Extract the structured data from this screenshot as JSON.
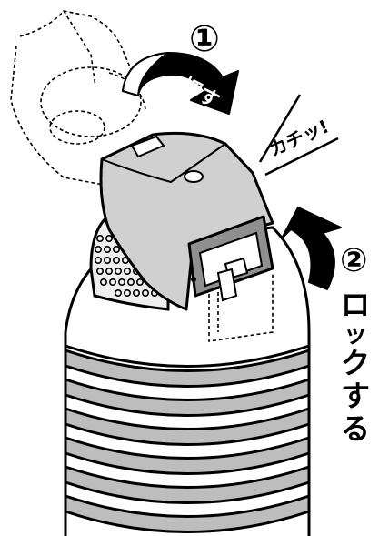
{
  "step1": {
    "number": "①",
    "action": "押す"
  },
  "sound": "カチッ!",
  "step2": {
    "number": "②",
    "action_chars": [
      "ロ",
      "ッ",
      "ク",
      "す",
      "る"
    ]
  },
  "colors": {
    "ink": "#000000",
    "cap_gray": "#d0d0d0",
    "latch_gray": "#8f8f8f",
    "band_gray": "#bdbdbd",
    "arrow_fill": "#000000"
  },
  "icons": [
    "press-arrow-icon",
    "lock-arrow-icon"
  ]
}
